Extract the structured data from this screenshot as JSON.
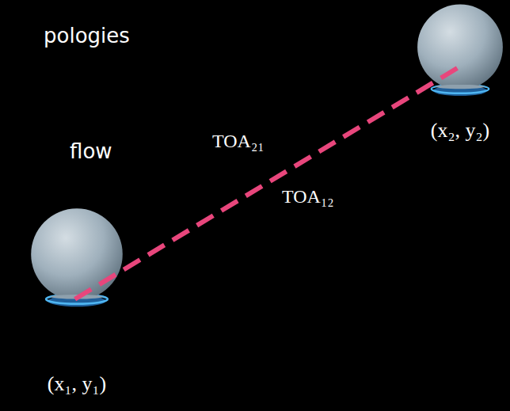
{
  "diagram": {
    "nodes": [
      {
        "text": [
          "(x₂, y₂)"
        ]
      },
      {
        "text": [
          "(x₁, y₁)"
        ]
      }
    ],
    "edges": [
      {
        "from": 1,
        "to": 0,
        "arrow": "none"
      }
    ],
    "labels": [
      "pologies",
      "flow",
      "TOA₂₁",
      "TOA₁₂"
    ]
  }
}
